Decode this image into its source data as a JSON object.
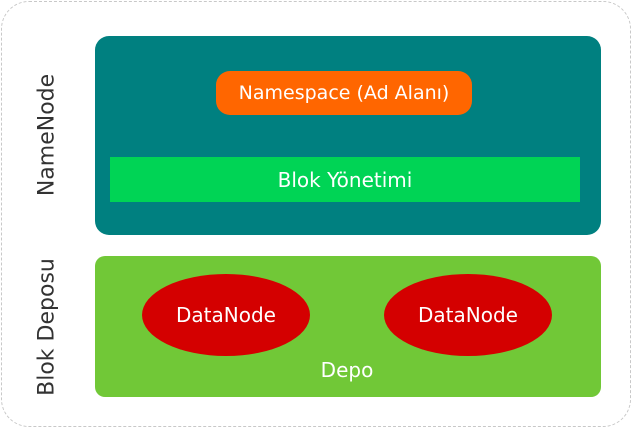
{
  "colors": {
    "border": "#c8c8c8",
    "label_text": "#333333",
    "namenode": "#008080",
    "namespace": "#ff6600",
    "block_management": "#00d455",
    "block_storage": "#71c837",
    "datanode": "#d40000"
  },
  "labels": {
    "namenode": "NameNode",
    "block_storage": "Blok Deposu"
  },
  "namenode": {
    "namespace": "Namespace (Ad Alanı)",
    "block_management": "Blok Yönetimi"
  },
  "block_storage": {
    "datanodes": [
      {
        "label": "DataNode"
      },
      {
        "label": "DataNode"
      }
    ],
    "storage_label": "Depo"
  }
}
